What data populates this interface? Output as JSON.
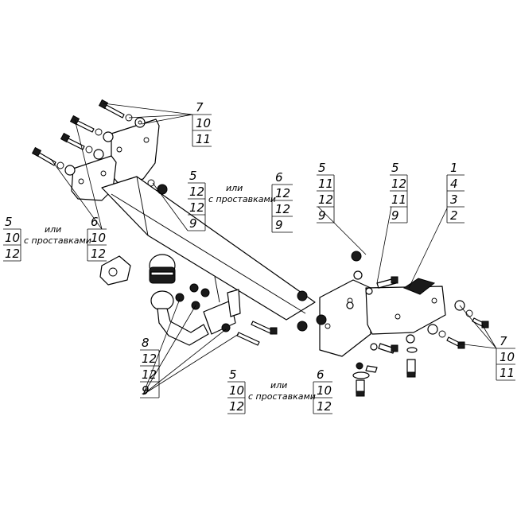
{
  "callouts": {
    "top_left_group": [
      "7",
      "10",
      "11"
    ],
    "left_group": {
      "first": "5",
      "first_rows": [
        "10",
        "12"
      ],
      "alt": "6",
      "alt_rows": [
        "10",
        "12"
      ],
      "note_or": "или",
      "note_spacers": "с проставками"
    },
    "upper_mid_a": [
      "5",
      "12",
      "12",
      "9"
    ],
    "upper_mid_b": {
      "rows": [
        "6",
        "12",
        "12",
        "9"
      ],
      "note_or": "или",
      "note_spacers": "с проставками"
    },
    "col_a": [
      "5",
      "11",
      "12",
      "9"
    ],
    "col_b": [
      "5",
      "12",
      "11",
      "9"
    ],
    "col_c": [
      "1",
      "4",
      "3",
      "2"
    ],
    "right_group": [
      "7",
      "10",
      "11"
    ],
    "bottom_left": [
      "8",
      "12",
      "12",
      "9"
    ],
    "bottom_mid": {
      "first": "5",
      "first_rows": [
        "10",
        "12"
      ],
      "alt": "6",
      "alt_rows": [
        "10",
        "12"
      ],
      "note_or": "или",
      "note_spacers": "с проставками"
    }
  }
}
